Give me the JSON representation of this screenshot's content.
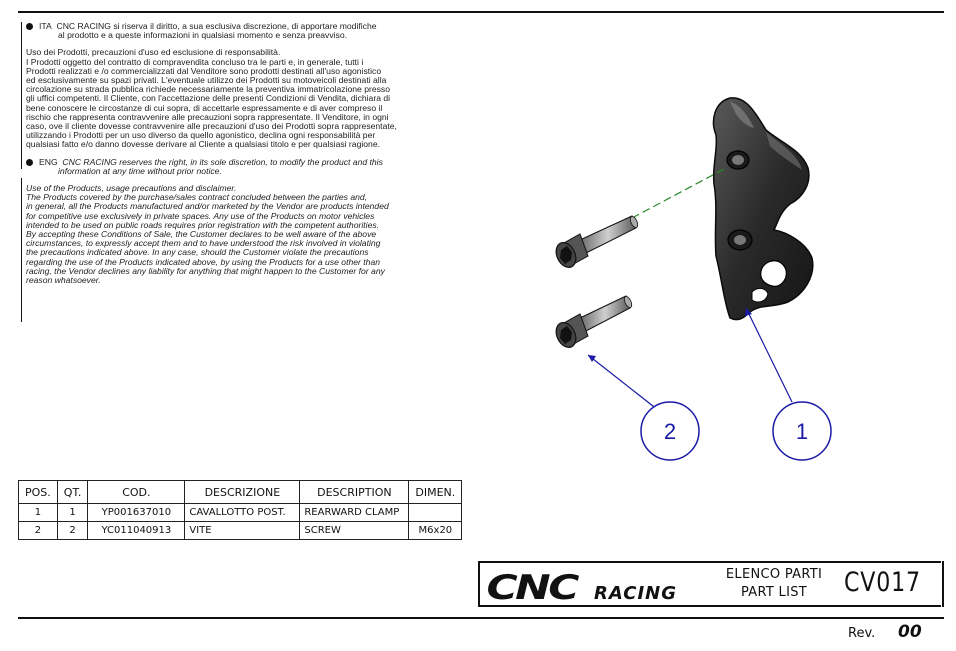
{
  "disclaimer": {
    "ita": {
      "tag": "ITA",
      "head_1": "CNC RACING si riserva il diritto, a sua esclusiva discrezione, di apportare modifiche",
      "head_2": "al prodotto e a queste informazioni in qualsiasi momento e senza preavviso.",
      "title": "Uso dei Prodotti, precauzioni d'uso ed esclusione di responsabilità.",
      "lines": [
        "I  Prodotti  oggetto  del  contratto  di  compravendita  concluso  tra  le  parti  e, in  generale,  tutti i",
        "Prodotti  realizzati e /o  commercializzati  dal  Venditore  sono  prodotti  destinati  all'uso agonistico",
        "ed esclusivamente   su spazi privati.  L'eventuale  utilizzo  dei  Prodotti  su motoveicoli destinati alla",
        "circolazione  su  strada  pubblica  richiede necessariamente la preventiva  immatricolazione  presso",
        "gli uffici competenti. Il Cliente,  con  l'accettazione delle  presenti Condizioni di Vendita, dichiara di",
        "bene  conoscere le  circostanze di  cui  sopra, di  accettarle  espressamente e di aver compreso  il",
        "rischio  che  rappresenta  contravvenire alle precauzioni  sopra rappresentate. Il Venditore, in  ogni",
        "caso, ove il cliente dovesse contravvenire alle precauzioni  d'uso dei  Prodotti  sopra rappresentate,",
        "utilizzando  i  Prodotti per  un uso  diverso da  quello agonistico,  declina  ogni  responsabilità  per",
        "qualsiasi  fatto  e/o  danno  dovesse  derivare al  Cliente a  qualsiasi  titolo e per  qualsiasi  ragione."
      ]
    },
    "eng": {
      "tag": "ENG",
      "head_1": "CNC RACING reserves the right, in its sole discretion, to modify the product and this",
      "head_2": "information at any time without prior notice.",
      "title": "Use of the Products, usage precautions and disclaimer.",
      "lines": [
        "The Products  covered  by  the purchase/sales contract  concluded  between  the  parties  and,",
        "in general, all the Products manufactured and/or marketed by the Vendor are products intended",
        "for competitive  use  exclusively  in private  spaces.  Any use of  the  Products on motor vehicles",
        "intended  to  be  used on public  roads  requires prior registration with the competent authorities.",
        "By accepting  these  Conditions of  Sale,  the Customer declares  to be well aware of the above",
        "circumstances,  to expressly  accept  them and to have understood the  risk involved in violating",
        "the precautions  indicated above.  In  any  case, should  the  Customer  violate  the  precautions",
        "regarding  the  use  of  the Products indicated above, by using the Products for a use other than",
        "racing,  the Vendor declines any liability for anything that might happen to the Customer for any",
        "reason whatsoever."
      ]
    }
  },
  "parts_table": {
    "headers": [
      "POS.",
      "QT.",
      "COD.",
      "DESCRIZIONE",
      "DESCRIPTION",
      "DIMEN."
    ],
    "rows": [
      [
        "1",
        "1",
        "YP001637010",
        "CAVALLOTTO POST.",
        "REARWARD CLAMP",
        ""
      ],
      [
        "2",
        "2",
        "YC011040913",
        "VITE",
        "SCREW",
        "M6x20"
      ]
    ]
  },
  "drawing": {
    "callouts": [
      "2",
      "1"
    ],
    "line_color": "#1a1aa6",
    "axis_color": "#2a8a2a"
  },
  "title_block": {
    "logo_text": "CNC",
    "logo_sub": "RACING",
    "part_list_it": "ELENCO PARTI",
    "part_list_en": "PART LIST",
    "code": "CV017"
  },
  "revision": {
    "label": "Rev.",
    "value": "00"
  }
}
